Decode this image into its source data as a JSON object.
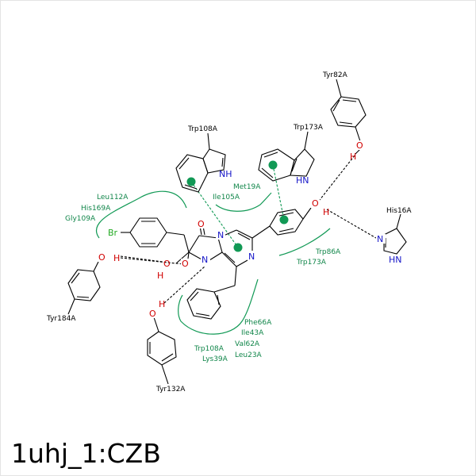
{
  "title": "1uhj_1:CZB",
  "colors": {
    "hydrophobic": "#119955",
    "nitrogen": "#1515c8",
    "oxygen": "#d00000",
    "bromine": "#22aa22",
    "bond": "#000000"
  },
  "residues": {
    "tyr82": "Tyr82A",
    "trp108_top": "Trp108A",
    "trp173_top": "Trp173A",
    "his16": "His16A",
    "tyr184": "Tyr184A",
    "tyr132": "Tyr132A"
  },
  "hydrophobic": {
    "leu112": "Leu112A",
    "his169": "His169A",
    "gly109": "Gly109A",
    "met19": "Met19A",
    "ile105": "Ile105A",
    "trp86": "Trp86A",
    "trp173": "Trp173A",
    "phe66": "Phe66A",
    "ile43": "Ile43A",
    "val62": "Val62A",
    "leu23": "Leu23A",
    "trp108": "Trp108A",
    "lys39": "Lys39A"
  },
  "atoms": {
    "N": "N",
    "O": "O",
    "H": "H",
    "Br": "Br",
    "NH": "NH",
    "HN": "HN"
  }
}
